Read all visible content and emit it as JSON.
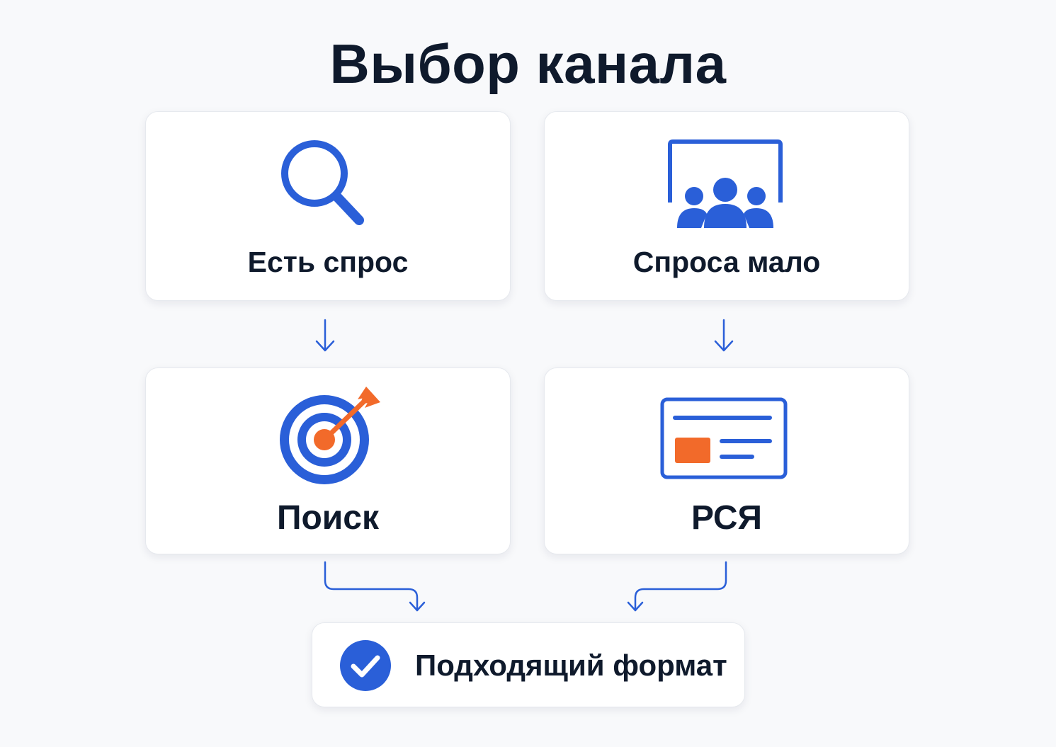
{
  "title": "Выбор канала",
  "colors": {
    "accent_blue": "#2a5fd8",
    "accent_orange": "#f26a2a",
    "text": "#0f1a2c"
  },
  "cards": {
    "top_left": {
      "label": "Есть спрос",
      "icon": "search-icon"
    },
    "top_right": {
      "label": "Спроса мало",
      "icon": "audience-screen-icon"
    },
    "bottom_left": {
      "label": "Поиск",
      "icon": "target-icon"
    },
    "bottom_right": {
      "label": "РСЯ",
      "icon": "ad-banner-icon"
    }
  },
  "result": {
    "label": "Подходящий формат",
    "icon": "check-circle-icon"
  }
}
